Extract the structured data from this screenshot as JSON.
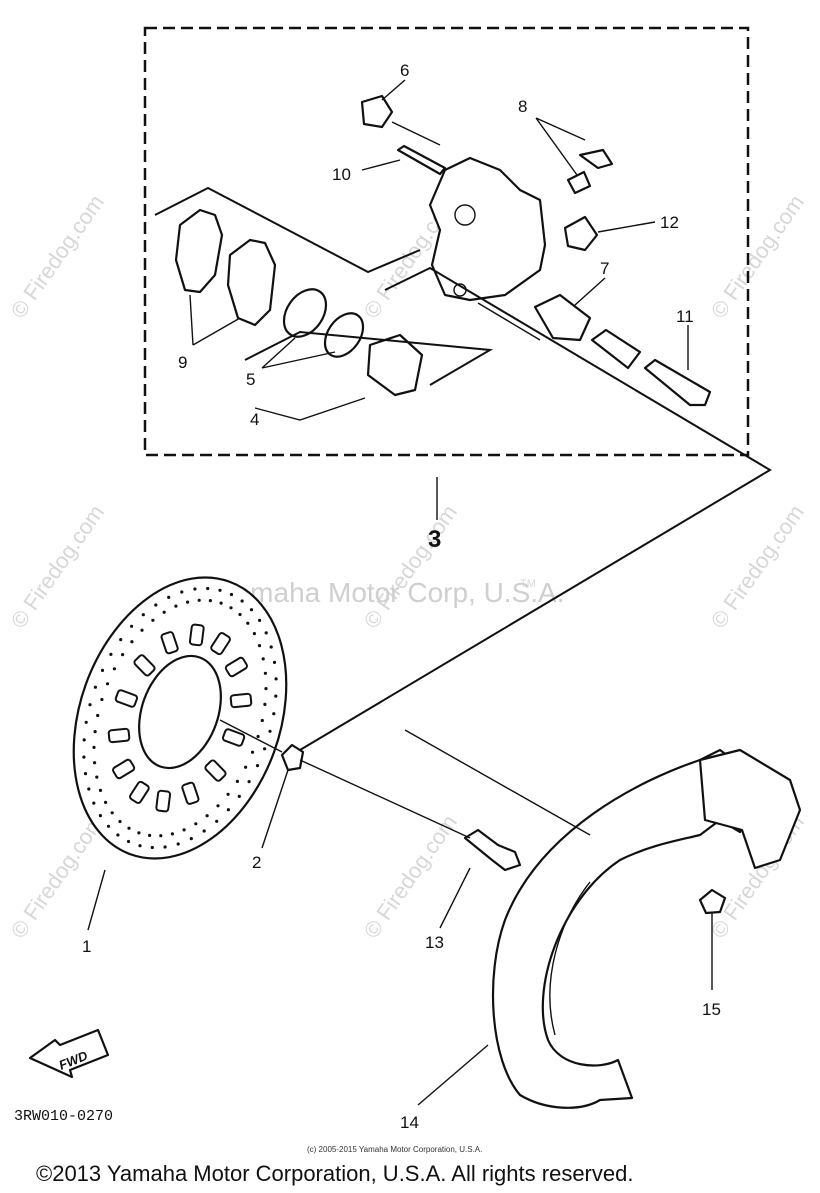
{
  "watermark": {
    "site": "© Firedog.com",
    "center": "Yamaha Motor Corp, U.S.A.",
    "tm": "TM"
  },
  "callouts": {
    "c1": "1",
    "c2": "2",
    "c3": "3",
    "c4": "4",
    "c5": "5",
    "c6": "6",
    "c7": "7",
    "c8": "8",
    "c9": "9",
    "c10": "10",
    "c11": "11",
    "c12": "12",
    "c13": "13",
    "c14": "14",
    "c15": "15"
  },
  "fwd_label": "FWD",
  "diagram_code": "3RW010-0270",
  "small_copyright": "(c) 2005-2015 Yamaha Motor Corporation, U.S.A.",
  "footer_copyright": "©2013 Yamaha Motor Corporation, U.S.A. All rights reserved."
}
